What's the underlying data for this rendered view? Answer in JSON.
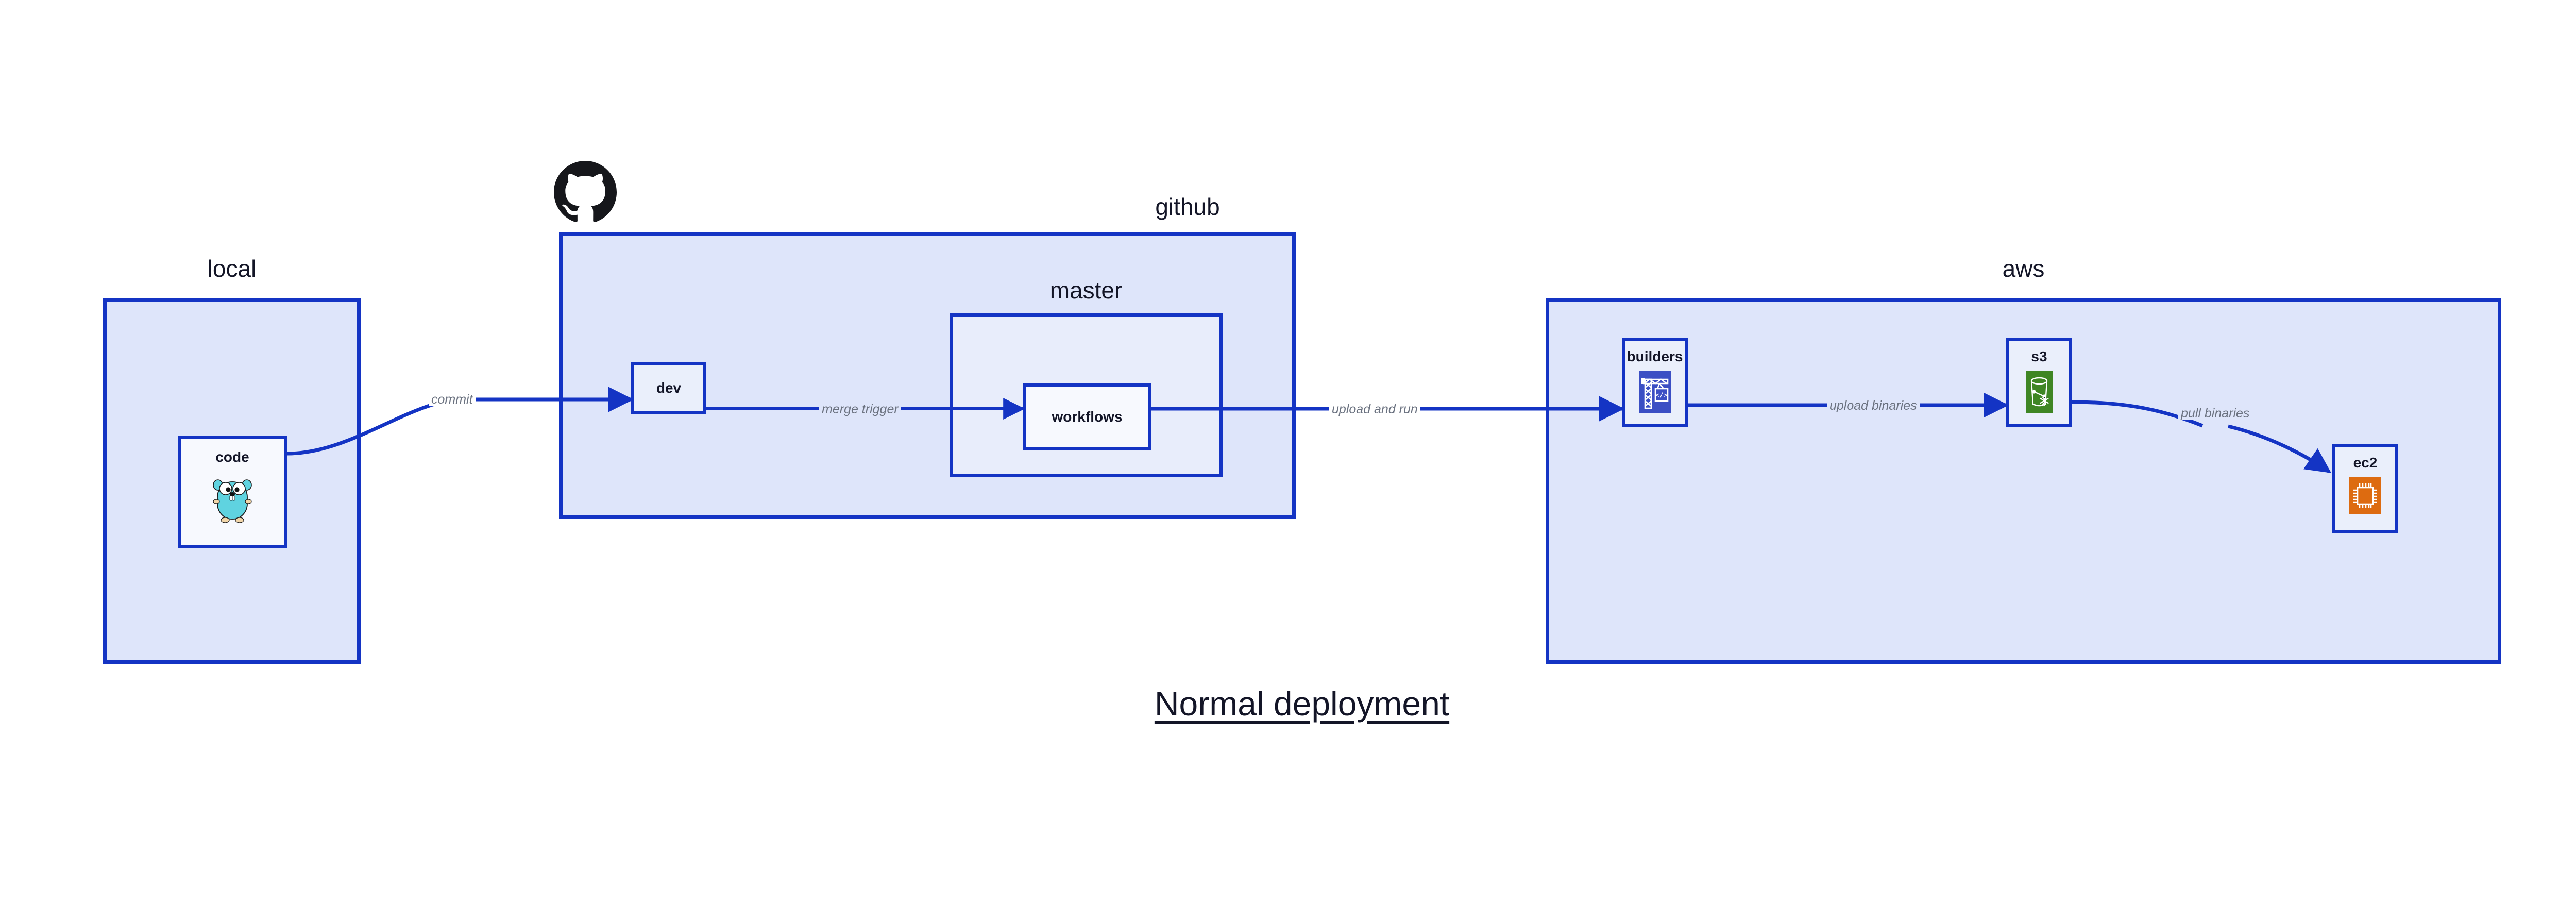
{
  "diagram": {
    "title": "Normal deployment",
    "theme": {
      "edge_color": "#1434C4",
      "cluster_border": "#1434C4",
      "cluster_fill": "#DEE5FA",
      "cluster_inner_fill": "#E8EDFB",
      "node_fill": "#EAEFFB",
      "node_white_fill": "#F7F9FE",
      "label_color": "#131527",
      "edge_label_color": "#6B7280",
      "builders_icon_bg": "#3B4FC4",
      "s3_icon_bg": "#3F8624",
      "ec2_icon_bg": "#DD6B10",
      "gopher_color": "#5FD3E0"
    }
  },
  "clusters": [
    {
      "id": "local",
      "label": "local"
    },
    {
      "id": "github",
      "label": "github"
    },
    {
      "id": "master",
      "label": "master"
    },
    {
      "id": "aws",
      "label": "aws"
    }
  ],
  "nodes": [
    {
      "id": "code",
      "label": "code",
      "icon": "go-gopher-icon"
    },
    {
      "id": "dev",
      "label": "dev",
      "icon": "none"
    },
    {
      "id": "workflows",
      "label": "workflows",
      "icon": "none"
    },
    {
      "id": "builders",
      "label": "builders",
      "icon": "aws-codebuild-crane-icon"
    },
    {
      "id": "s3",
      "label": "s3",
      "icon": "aws-s3-bucket-icon"
    },
    {
      "id": "ec2",
      "label": "ec2",
      "icon": "aws-ec2-chip-icon"
    }
  ],
  "edges": [
    {
      "id": "code-dev",
      "from": "code",
      "to": "dev",
      "label": "commit"
    },
    {
      "id": "dev-workflows",
      "from": "dev",
      "to": "workflows",
      "label": "merge trigger"
    },
    {
      "id": "workflows-build",
      "from": "workflows",
      "to": "builders",
      "label": "upload and run"
    },
    {
      "id": "builders-s3",
      "from": "builders",
      "to": "s3",
      "label": "upload binaries"
    },
    {
      "id": "s3-ec2",
      "from": "s3",
      "to": "ec2",
      "label": "pull binaries"
    }
  ],
  "icons": {
    "github": "github-octocat-logo"
  }
}
